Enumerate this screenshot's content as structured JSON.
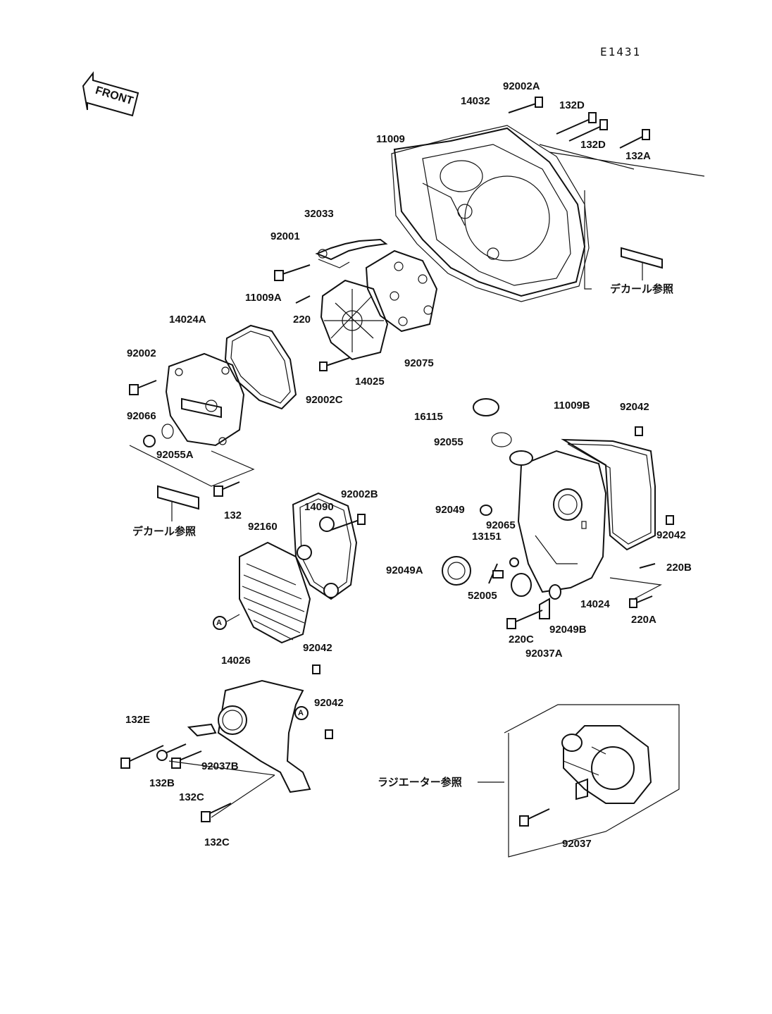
{
  "diagram_code": "E1431",
  "front_label": "FRONT",
  "callout_marker": "A",
  "labels": {
    "p92002A": "92002A",
    "p14032": "14032",
    "p132D_1": "132D",
    "p132D_2": "132D",
    "p132A": "132A",
    "p11009": "11009",
    "p32033": "32033",
    "p92001": "92001",
    "p11009A": "11009A",
    "p220": "220",
    "p14024A": "14024A",
    "p92002": "92002",
    "p92066": "92066",
    "p92055A": "92055A",
    "p132": "132",
    "p14025": "14025",
    "p92075": "92075",
    "p92002C": "92002C",
    "p16115": "16115",
    "p92055": "92055",
    "p11009B": "11009B",
    "p92042_a": "92042",
    "p92042_b": "92042",
    "p92049": "92049",
    "p92065": "92065",
    "p13151": "13151",
    "p92049A": "92049A",
    "p52005": "52005",
    "p14024": "14024",
    "p220B": "220B",
    "p220A": "220A",
    "p220C": "220C",
    "p92049B": "92049B",
    "p92037A": "92037A",
    "p14090": "14090",
    "p92002B": "92002B",
    "p92160": "92160",
    "p92042_c": "92042",
    "p92042_d": "92042",
    "p14026": "14026",
    "p132E": "132E",
    "p132B": "132B",
    "p92037B": "92037B",
    "p132C_1": "132C",
    "p132C_2": "132C",
    "p92037": "92037"
  },
  "notes": {
    "decal_ref_1": "デカール参照",
    "decal_ref_2": "デカール参照",
    "radiator_ref": "ラジエーター参照"
  }
}
